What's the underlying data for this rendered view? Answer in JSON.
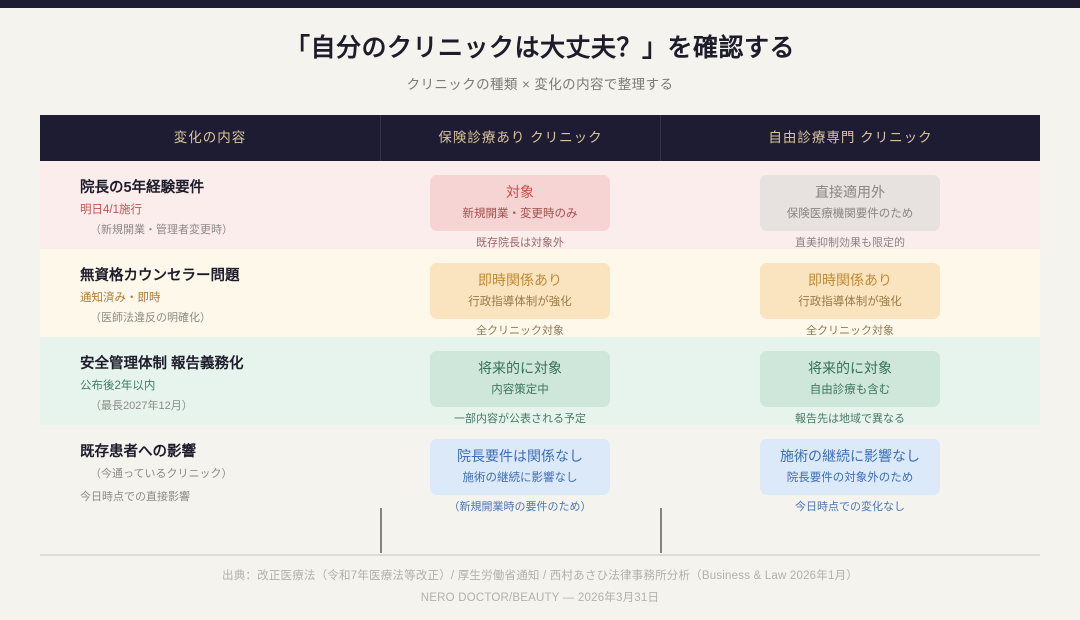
{
  "topbar": {
    "color": "#1e1c33"
  },
  "header": {
    "title": "「自分のクリニックは大丈夫？」を確認する",
    "subtitle": "クリニックの種類 × 変化の内容で整理する"
  },
  "table": {
    "columns": [
      {
        "label": "変化の内容"
      },
      {
        "label": "保険診療あり クリニック"
      },
      {
        "label": "自由診療専門 クリニック"
      }
    ],
    "rows": [
      {
        "bg": "#fceded",
        "label": {
          "title": "院長の5年経験要件",
          "sub": "明日4/1施行",
          "sub_color": "#c0524e",
          "note": "（新規開業・管理者変更時）"
        },
        "cells": [
          {
            "pill_bg": "#f6d4d4",
            "main": "対象",
            "main_color": "#d14a46",
            "sub": "新規開業・変更時のみ",
            "sub_color": "#a3504d",
            "under": "既存院長は対象外",
            "under_color": "#9a6663"
          },
          {
            "pill_bg": "#e7e1e0",
            "main": "直接適用外",
            "main_color": "#8a8582",
            "sub": "保険医療機関要件のため",
            "sub_color": "#8a8582",
            "under": "直美抑制効果も限定的",
            "under_color": "#8a8582"
          }
        ]
      },
      {
        "bg": "#fdf8ea",
        "label": {
          "title": "無資格カウンセラー問題",
          "sub": "通知済み・即時",
          "sub_color": "#b07a34",
          "note": "（医師法違反の明確化）"
        },
        "cells": [
          {
            "pill_bg": "#fae3bf",
            "main": "即時関係あり",
            "main_color": "#c28a34",
            "sub": "行政指導体制が強化",
            "sub_color": "#9c7a45",
            "under": "全クリニック対象",
            "under_color": "#8d7a56"
          },
          {
            "pill_bg": "#fae3bf",
            "main": "即時関係あり",
            "main_color": "#c28a34",
            "sub": "行政指導体制が強化",
            "sub_color": "#9c7a45",
            "under": "全クリニック対象",
            "under_color": "#8d7a56"
          }
        ]
      },
      {
        "bg": "#e7f4ed",
        "label": {
          "title": "安全管理体制 報告義務化",
          "sub": "公布後2年以内",
          "sub_color": "#3f7f63",
          "note": "（最長2027年12月）"
        },
        "cells": [
          {
            "pill_bg": "#cfe7da",
            "main": "将来的に対象",
            "main_color": "#34705a",
            "sub": "内容策定中",
            "sub_color": "#3d7560",
            "under": "一部内容が公表される予定",
            "under_color": "#4a786a"
          },
          {
            "pill_bg": "#cfe7da",
            "main": "将来的に対象",
            "main_color": "#34705a",
            "sub": "自由診療も含む",
            "sub_color": "#3d7560",
            "under": "報告先は地域で異なる",
            "under_color": "#4a786a"
          }
        ]
      },
      {
        "bg": "#f5f3ed",
        "label": {
          "title": "既存患者への影響",
          "sub": "（今通っているクリニック）",
          "sub_color": "#8d8a86",
          "note": "今日時点での直接影響"
        },
        "cells": [
          {
            "pill_bg": "#dce9f8",
            "main": "院長要件は関係なし",
            "main_color": "#3c6fb5",
            "sub": "施術の継続に影響なし",
            "sub_color": "#3c6fb5",
            "under": "（新規開業時の要件のため）",
            "under_color": "#4a76b5"
          },
          {
            "pill_bg": "#dce9f8",
            "main": "施術の継続に影響なし",
            "main_color": "#3c6fb5",
            "sub": "院長要件の対象外のため",
            "sub_color": "#3c6fb5",
            "under": "今日時点での変化なし",
            "under_color": "#4a76b5"
          }
        ]
      }
    ]
  },
  "footer": {
    "source": "出典：改正医療法（令和7年医療法等改正）/ 厚生労働省通知 / 西村あさひ法律事務所分析（Business & Law 2026年1月）",
    "credit": "NERO DOCTOR/BEAUTY — 2026年3月31日"
  }
}
